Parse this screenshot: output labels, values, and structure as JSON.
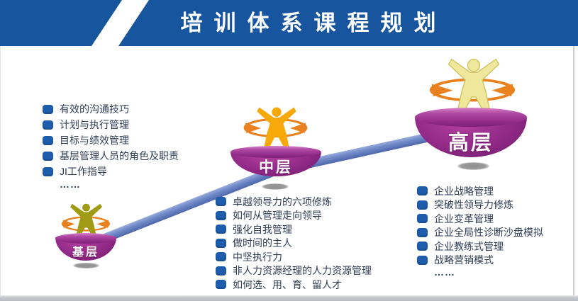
{
  "banner": {
    "title": "培训体系课程规划"
  },
  "levels": [
    {
      "key": "grassroots",
      "label": "基层",
      "courses": [
        "有效的沟通技巧",
        "计划与执行管理",
        "目标与绩效管理",
        "基层管理人员的角色及职责",
        "JI工作指导"
      ],
      "more": "……"
    },
    {
      "key": "middle",
      "label": "中层",
      "courses": [
        "卓越领导力的六项修炼",
        "如何从管理走向领导",
        "强化自我管理",
        "做时间的主人",
        "中坚执行力",
        "非人力资源经理的人力资源管理",
        "如何选、用、育、留人才"
      ],
      "more": "……"
    },
    {
      "key": "senior",
      "label": "高层",
      "courses": [
        "企业战略管理",
        "突破性领导力修炼",
        "企业变革管理",
        "企业全局性诊断沙盘模拟",
        "企业教练式管理",
        "战略营销模式"
      ],
      "more": "……"
    }
  ],
  "colors": {
    "banner_blue": "#17559f",
    "bullet_blue": "#1e5dac",
    "text_dark": "#2e3b54",
    "bowl_purple": "#93288a",
    "ribbon_blue": "#6d87c6",
    "arrow_orange": "#e8811e",
    "figure_grassroots": "#a09a15",
    "figure_middle": "#f7a90b",
    "figure_senior": "#efe89c"
  }
}
